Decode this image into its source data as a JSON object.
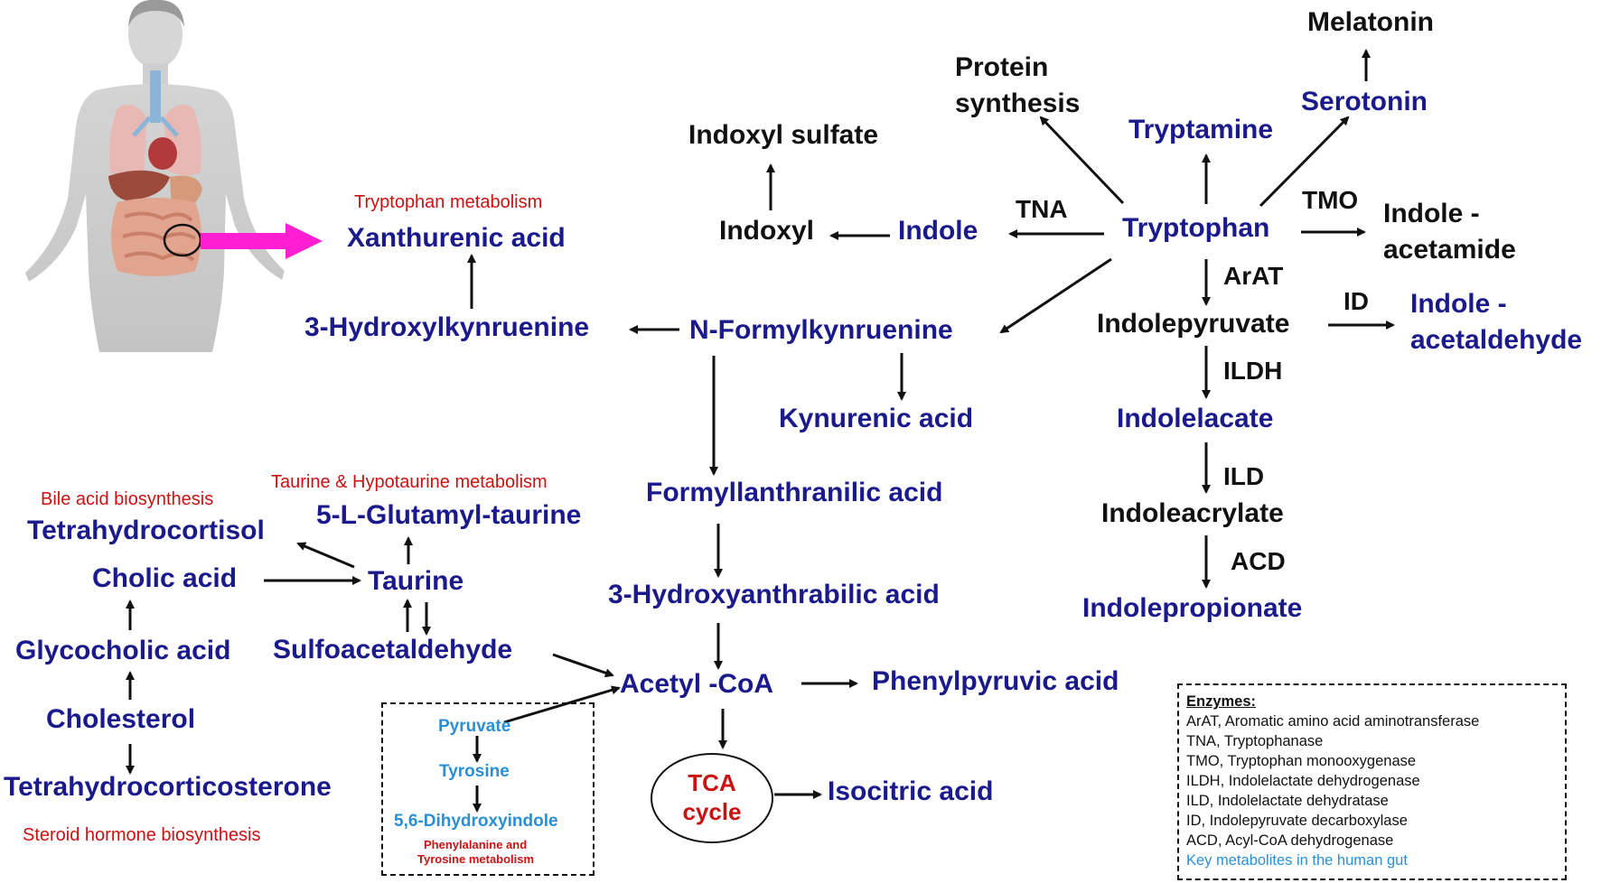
{
  "metabolites": {
    "melatonin": "Melatonin",
    "serotonin": "Serotonin",
    "protein_synthesis_1": "Protein",
    "protein_synthesis_2": "synthesis",
    "tryptamine": "Tryptamine",
    "indoxyl_sulfate": "Indoxyl sulfate",
    "indoxyl": "Indoxyl",
    "indole": "Indole",
    "tryptophan": "Tryptophan",
    "indole_acetamide_1": "Indole -",
    "indole_acetamide_2": "acetamide",
    "xanthurenic_acid": "Xanthurenic acid",
    "hydroxylkynruenine": "3-Hydroxylkynruenine",
    "n_formylkynruenine": "N-Formylkynruenine",
    "indolepyruvate": "Indolepyruvate",
    "indole_acetaldehyde_1": "Indole -",
    "indole_acetaldehyde_2": "acetaldehyde",
    "kynurenic_acid": "Kynurenic acid",
    "indolelacate": "Indolelacate",
    "formyllanthranilic_acid": "Formyllanthranilic acid",
    "indoleacrylate": "Indoleacrylate",
    "hydroxyanthrabilic_acid": "3-Hydroxyanthrabilic acid",
    "indolepropionate": "Indolepropionate",
    "tetrahydrocortisol": "Tetrahydrocortisol",
    "glutamyl_taurine": "5-L-Glutamyl-taurine",
    "cholic_acid": "Cholic acid",
    "taurine": "Taurine",
    "glycocholic_acid": "Glycocholic acid",
    "sulfoacetaldehyde": "Sulfoacetaldehyde",
    "acetyl_coa": "Acetyl -CoA",
    "phenylpyruvic_acid": "Phenylpyruvic acid",
    "cholesterol": "Cholesterol",
    "tetrahydrocorticosterone": "Tetrahydrocorticosterone",
    "isocitric_acid": "Isocitric acid",
    "pyruvate": "Pyruvate",
    "tyrosine": "Tyrosine",
    "dihydroxyindole": "5,6-Dihydroxyindole"
  },
  "enzymes": {
    "tna": "TNA",
    "tmo": "TMO",
    "arat": "ArAT",
    "id": "ID",
    "ildh": "ILDH",
    "ild": "ILD",
    "acd": "ACD"
  },
  "pathways": {
    "tryptophan_metabolism": "Tryptophan metabolism",
    "taurine_metabolism": "Taurine & Hypotaurine  metabolism",
    "bile_acid": "Bile acid biosynthesis",
    "steroid_hormone": "Steroid hormone biosynthesis",
    "phenylalanine_1": "Phenylalanine and",
    "phenylalanine_2": "Tyrosine metabolism"
  },
  "tca_cycle": {
    "line1": "TCA",
    "line2": "cycle"
  },
  "legend": {
    "title": "Enzymes:",
    "entries": [
      "ArAT, Aromatic amino acid aminotransferase",
      "TNA, Tryptophanase",
      "TMO, Tryptophan monooxygenase",
      "ILDH, Indolelactate dehydrogenase",
      "ILD, Indolelactate dehydratase",
      "ID, Indolepyruvate decarboxylase",
      "ACD, Acyl-CoA  dehydrogenase"
    ],
    "footer": "Key metabolites in the human gut"
  },
  "colors": {
    "metabolite": "#1a1a8c",
    "pathway": "#cc1111",
    "minor_metabolite": "#2a8fd6",
    "gut_arrow": "#ff1fd2"
  },
  "icons": [
    "human-body-illustration",
    "gut-highlight-circle"
  ]
}
